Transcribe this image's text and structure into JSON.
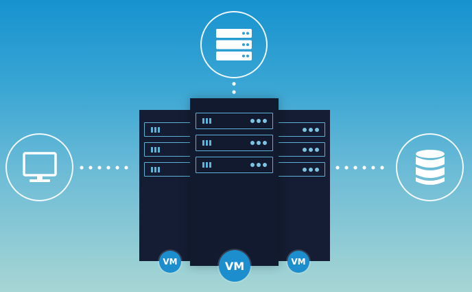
{
  "nodes": {
    "top": {
      "icon": "server-stack-icon"
    },
    "left": {
      "icon": "monitor-icon"
    },
    "right": {
      "icon": "database-icon"
    }
  },
  "servers": {
    "left": {
      "vm_label": "VM"
    },
    "center": {
      "vm_label": "VM"
    },
    "right": {
      "vm_label": "VM"
    }
  },
  "colors": {
    "background_top": "#1792cf",
    "background_bottom": "#a7d6d4",
    "server_body": "#141d33",
    "accent": "#5fb3d8",
    "vm_badge": "#1d8ecd"
  }
}
